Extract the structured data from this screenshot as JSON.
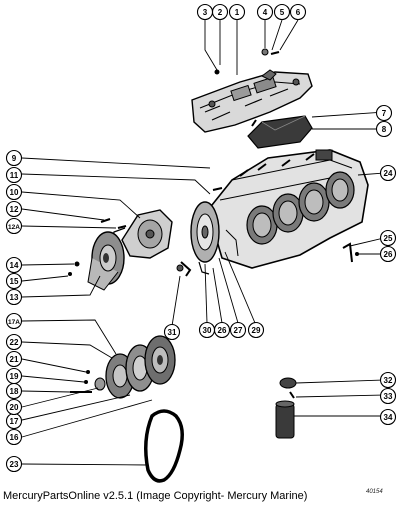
{
  "callouts": [
    {
      "id": "c1",
      "label": "1"
    },
    {
      "id": "c2",
      "label": "2"
    },
    {
      "id": "c3",
      "label": "3"
    },
    {
      "id": "c4",
      "label": "4"
    },
    {
      "id": "c5",
      "label": "5"
    },
    {
      "id": "c6",
      "label": "6"
    },
    {
      "id": "c7",
      "label": "7"
    },
    {
      "id": "c8",
      "label": "8"
    },
    {
      "id": "c9",
      "label": "9"
    },
    {
      "id": "c10",
      "label": "10"
    },
    {
      "id": "c11",
      "label": "11"
    },
    {
      "id": "c12",
      "label": "12"
    },
    {
      "id": "c12a",
      "label": "12A"
    },
    {
      "id": "c13",
      "label": "13"
    },
    {
      "id": "c14",
      "label": "14"
    },
    {
      "id": "c15",
      "label": "15"
    },
    {
      "id": "c16",
      "label": "16"
    },
    {
      "id": "c17",
      "label": "17"
    },
    {
      "id": "c17a",
      "label": "17A"
    },
    {
      "id": "c18",
      "label": "18"
    },
    {
      "id": "c19",
      "label": "19"
    },
    {
      "id": "c20",
      "label": "20"
    },
    {
      "id": "c21",
      "label": "21"
    },
    {
      "id": "c22",
      "label": "22"
    },
    {
      "id": "c23",
      "label": "23"
    },
    {
      "id": "c24",
      "label": "24"
    },
    {
      "id": "c25",
      "label": "25"
    },
    {
      "id": "c26",
      "label": "26"
    },
    {
      "id": "c26b",
      "label": "26"
    },
    {
      "id": "c27",
      "label": "27"
    },
    {
      "id": "c29",
      "label": "29"
    },
    {
      "id": "c30",
      "label": "30"
    },
    {
      "id": "c31",
      "label": "31"
    },
    {
      "id": "c32",
      "label": "32"
    },
    {
      "id": "c33",
      "label": "33"
    },
    {
      "id": "c34",
      "label": "34"
    }
  ],
  "figure_number": "40154",
  "footer": "MercuryPartsOnline v2.5.1 (Image Copyright- Mercury Marine)"
}
